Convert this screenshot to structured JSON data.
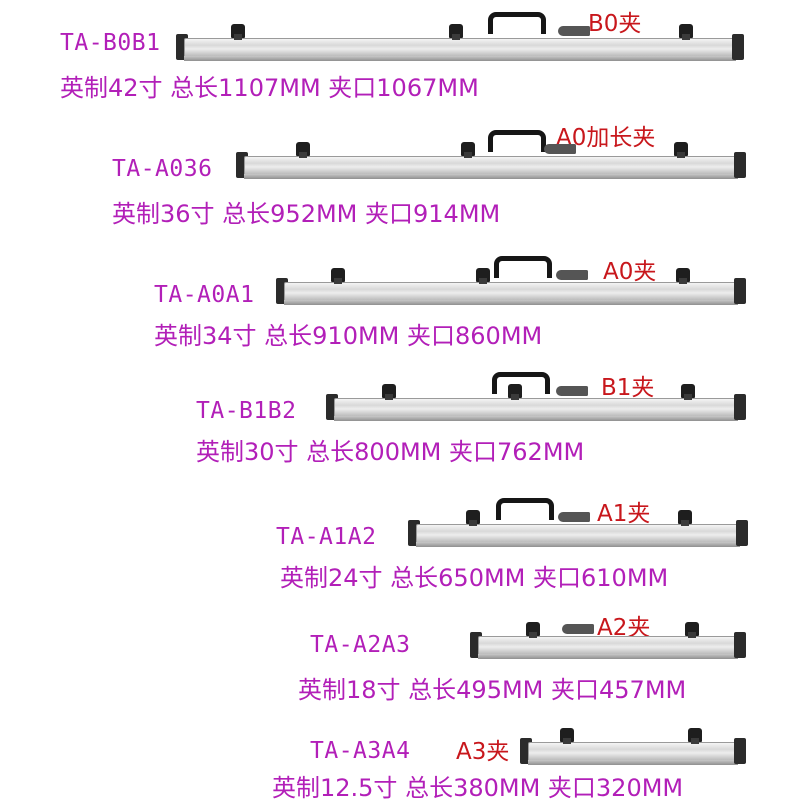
{
  "products": [
    {
      "model": "TA-B0B1",
      "spec": "英制42寸 总长1107MM 夹口1067MM",
      "size": "B0夹"
    },
    {
      "model": "TA-A036",
      "spec": "英制36寸 总长952MM 夹口914MM",
      "size": "A0加长夹"
    },
    {
      "model": "TA-A0A1",
      "spec": "英制34寸 总长910MM 夹口860MM",
      "size": "A0夹"
    },
    {
      "model": "TA-B1B2",
      "spec": "英制30寸 总长800MM 夹口762MM",
      "size": "B1夹"
    },
    {
      "model": "TA-A1A2",
      "spec": "英制24寸 总长650MM 夹口610MM",
      "size": "A1夹"
    },
    {
      "model": "TA-A2A3",
      "spec": "英制18寸 总长495MM 夹口457MM",
      "size": "A2夹"
    },
    {
      "model": "TA-A3A4",
      "spec": "英制12.5寸 总长380MM 夹口320MM",
      "size": "A3夹"
    }
  ],
  "colors": {
    "label": "#b21fb8",
    "size_tag": "#c8171c",
    "bar_cap": "#2b2b2b"
  }
}
